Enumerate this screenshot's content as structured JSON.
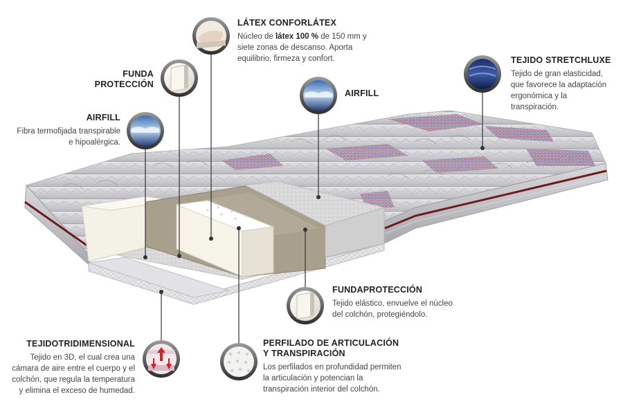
{
  "colors": {
    "mattress_cover": "#cfcfd2",
    "piping": "#6b1a1e",
    "foam_white": "#f2efe4",
    "latex": "#a99f8d",
    "airfill_gray": "#d6d6d6",
    "line": "#333333"
  },
  "callouts": {
    "latex": {
      "title": "LÁTEX CONFORLÁTEX",
      "desc_pre": "Núcleo de ",
      "desc_bold": "látex 100 %",
      "desc_post": " de 150 mm y siete zonas de descanso. Aporta equilibrio, firmeza y confort.",
      "icon": "latex-layer-icon"
    },
    "funda_top": {
      "title_line1": "FUNDA",
      "title_line2": "PROTECCIÓN",
      "icon": "cover-fabric-icon"
    },
    "airfill_left": {
      "title": "AIRFILL",
      "desc": "Fibra termofijada transpirable e hipoalérgica.",
      "icon": "airfill-fiber-icon"
    },
    "airfill_center": {
      "title": "AIRFILL",
      "icon": "airfill-fiber-icon"
    },
    "stretch": {
      "title": "TEJIDO STRETCHLUXE",
      "desc": "Tejido de gran elasticidad, que favorece la adaptación ergonómica y la transpiración.",
      "icon": "stretch-fabric-icon"
    },
    "funda_right": {
      "title": "FUNDAPROTECCIÓN",
      "desc": "Tejido elástico, envuelve el núcleo del colchón, protegiéndolo.",
      "icon": "cover-fabric-icon"
    },
    "tridimensional": {
      "title": "TEJIDOTRIDIMENSIONAL",
      "desc": "Tejido en 3D, el cual crea una cámara de aire entre el cuerpo y el colchón, que regula la temperatura y elimina el exceso de humedad.",
      "icon": "3d-fabric-icon"
    },
    "perfilado": {
      "title_line1": "PERFILADO DE ARTICULACIÓN",
      "title_line2": "Y TRANSPIRACIÓN",
      "desc": "Los perfilados en profundidad permiten la articulación y potencian la transpiración interior del colchón.",
      "icon": "profiled-foam-icon"
    }
  }
}
